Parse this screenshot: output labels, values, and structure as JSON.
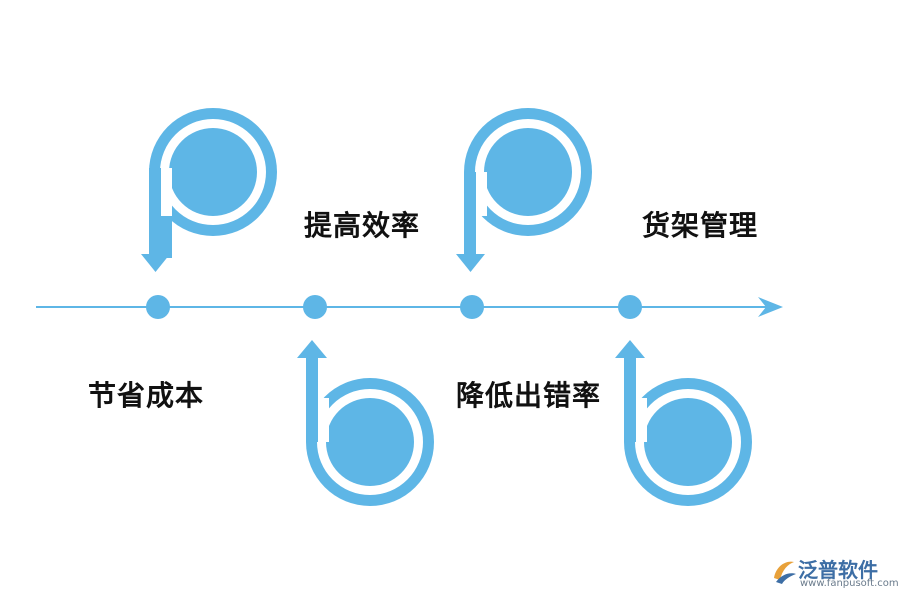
{
  "diagram": {
    "color": "#5eb6e6",
    "steps": [
      {
        "label": "节省成本",
        "icon": "b-arrow-icon"
      },
      {
        "label": "提高效率",
        "icon": "b-arrow-icon"
      },
      {
        "label": "降低出错率",
        "icon": "p-arrow-icon"
      },
      {
        "label": "货架管理",
        "icon": "b-arrow-icon"
      }
    ]
  },
  "watermark": {
    "name": "泛普软件",
    "url": "www.fanpusoft.com",
    "accent": "#e8a13a",
    "brand_color": "#3d6ea5"
  }
}
